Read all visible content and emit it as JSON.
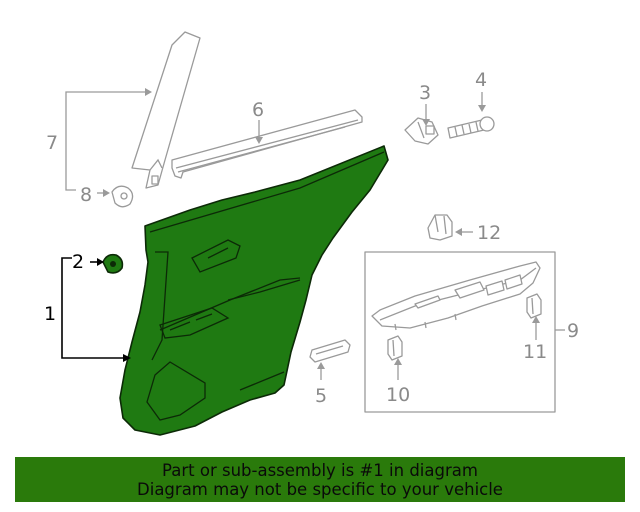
{
  "diagram": {
    "callouts": {
      "c1": "1",
      "c2": "2",
      "c3": "3",
      "c4": "4",
      "c5": "5",
      "c6": "6",
      "c7": "7",
      "c8": "8",
      "c9": "9",
      "c10": "10",
      "c11": "11",
      "c12": "12"
    },
    "highlighted_part": "1",
    "colors": {
      "highlight": "#1f7a12",
      "banner": "#2a7a0b",
      "ghost_line": "#9a9a9a"
    }
  },
  "banner": {
    "line1": "Part or sub-assembly is #1 in diagram",
    "line2": "Diagram may not be specific to your vehicle"
  }
}
